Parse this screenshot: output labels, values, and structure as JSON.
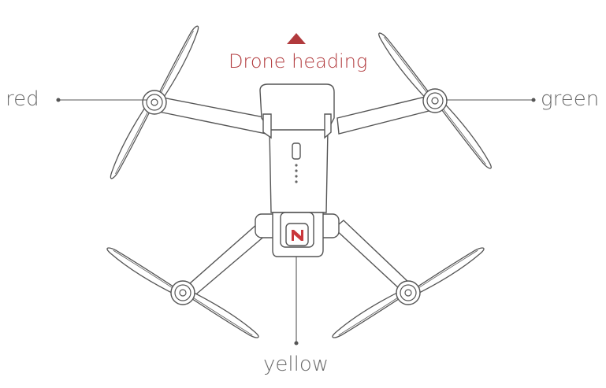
{
  "heading": {
    "label": "Drone heading",
    "color": "#b13a3d",
    "icon": "arrow-up-triangle-icon"
  },
  "motors": [
    {
      "id": "front-left",
      "label": "red"
    },
    {
      "id": "front-right",
      "label": "green"
    },
    {
      "id": "rear",
      "label": "yellow"
    }
  ],
  "colors": {
    "line": "#555555",
    "label": "#6b6b6b",
    "logo": "#c9363b"
  }
}
